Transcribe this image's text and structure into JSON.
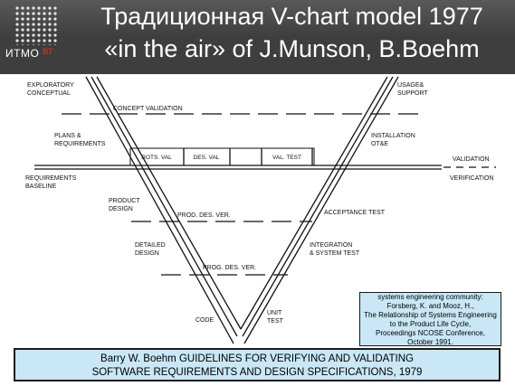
{
  "header": {
    "title_line1": "Традиционная  V-chart model 1977",
    "title_line2": "«in the air» of  J.Munson, B.Boehm",
    "logo_text": "ИТМО",
    "logo_suffix": "ВТ"
  },
  "diagram": {
    "left_labels": {
      "exploratory_1": "EXPLORATORY",
      "exploratory_2": "CONCEPTUAL",
      "plans_1": "PLANS &",
      "plans_2": "REQUIREMENTS",
      "req_baseline_1": "REQUIREMENTS",
      "req_baseline_2": "BASELINE",
      "product_1": "PRODUCT",
      "product_2": "DESIGN",
      "detailed_1": "DETAILED",
      "detailed_2": "DESIGN",
      "code": "CODE"
    },
    "right_labels": {
      "usage_1": "USAGE&",
      "usage_2": "SUPPORT",
      "install_1": "INSTALLATION",
      "install_2": "OT&E",
      "validation": "VALIDATION",
      "verification": "VERIFICATION",
      "acceptance": "ACCEPTANCE TEST",
      "integration_1": "INTEGRATION",
      "integration_2": "& SYSTEM TEST",
      "unit_1": "UNIT",
      "unit_2": "TEST"
    },
    "center_labels": {
      "concept_validation": "CONCEPT VALIDATION",
      "prod_des_ver": "PROD. DES. VER.",
      "prog_des_ver": "PROG. DES. VER."
    },
    "table_cells": [
      "ROTS. VAL",
      "DES. VAL",
      "",
      "VAL. TEST",
      ""
    ]
  },
  "citation": {
    "lines": [
      "systems engineering community:",
      "Forsberg, K. and Mooz, H.,",
      "The Relationship of Systems Engineering",
      "to the Product Life Cycle,",
      "Proceedings NCOSE Conference,",
      "October 1991."
    ]
  },
  "footer": {
    "line1": "Barry W. Boehm GUIDELINES FOR VERIFYING AND VALIDATING",
    "line2": "SOFTWARE REQUIREMENTS AND DESIGN SPECIFICATIONS, 1979"
  }
}
